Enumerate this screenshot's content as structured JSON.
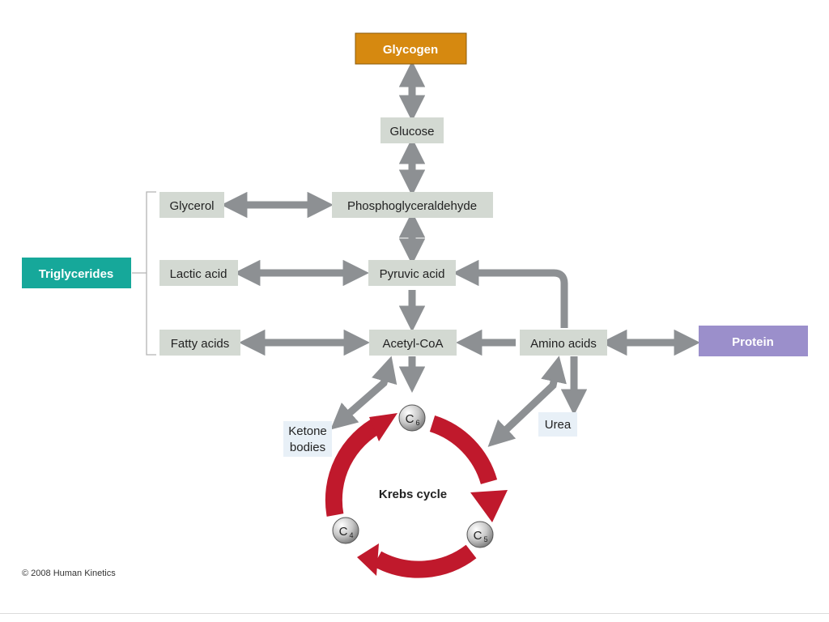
{
  "colors": {
    "glycogen": "#d68910",
    "triglycerides": "#16a89a",
    "protein": "#9b8fcb",
    "node_box": "#d3d9d2",
    "small_label_box": "#e8f0f7",
    "arrow": "#8d9093",
    "krebs_arrow": "#c0192c",
    "bracket": "#b3b3b3"
  },
  "nodes": {
    "glycogen": "Glycogen",
    "glucose": "Glucose",
    "glycerol": "Glycerol",
    "phosphoglyceraldehyde": "Phosphoglyceraldehyde",
    "triglycerides": "Triglycerides",
    "lactic_acid": "Lactic acid",
    "pyruvic_acid": "Pyruvic acid",
    "fatty_acids": "Fatty acids",
    "acetyl_coa": "Acetyl-CoA",
    "amino_acids": "Amino acids",
    "protein": "Protein",
    "ketone_line1": "Ketone",
    "ketone_line2": "bodies",
    "urea": "Urea"
  },
  "krebs": {
    "title": "Krebs cycle",
    "c6": {
      "base": "C",
      "sub": "6"
    },
    "c5": {
      "base": "C",
      "sub": "5"
    },
    "c4": {
      "base": "C",
      "sub": "4"
    }
  },
  "copyright": "© 2008 Human Kinetics"
}
